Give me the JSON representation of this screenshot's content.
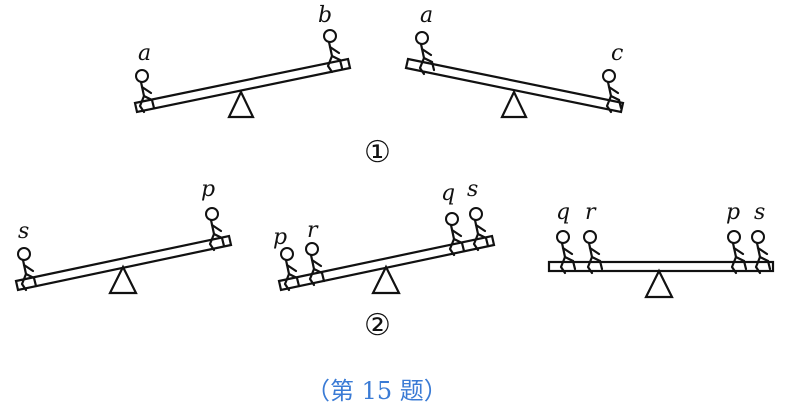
{
  "diagram": {
    "group1": {
      "label": "①",
      "seesaws": [
        {
          "left_person": "a",
          "right_person": "b",
          "heavier_side": "left"
        },
        {
          "left_person": "a",
          "right_person": "c",
          "heavier_side": "right"
        }
      ]
    },
    "group2": {
      "label": "②",
      "seesaws": [
        {
          "left_people": [
            "s"
          ],
          "right_people": [
            "p"
          ],
          "heavier_side": "left"
        },
        {
          "left_people": [
            "p",
            "r"
          ],
          "right_people": [
            "q",
            "s"
          ],
          "heavier_side": "left"
        },
        {
          "left_people": [
            "q",
            "r"
          ],
          "right_people": [
            "p",
            "s"
          ],
          "heavier_side": "balanced"
        }
      ]
    },
    "caption": "（第 15 题）"
  }
}
